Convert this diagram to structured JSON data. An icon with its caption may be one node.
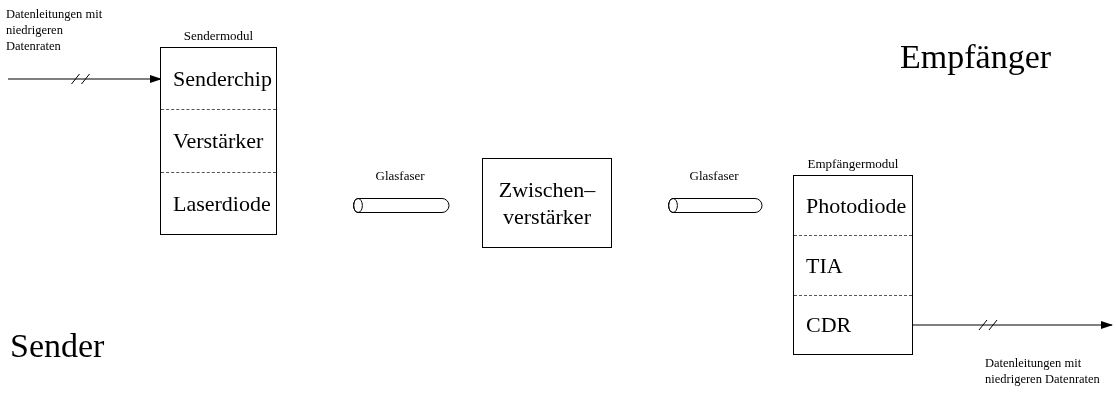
{
  "diagram": {
    "nodes": [
      {
        "text": [
          "Sendermodul"
        ]
      },
      {
        "text": [
          "Senderchip"
        ],
        "in": 0
      },
      {
        "text": [
          "Verstärker"
        ],
        "in": 0
      },
      {
        "text": [
          "Laserdiode"
        ],
        "in": 0
      },
      {
        "text": [],
        "shape": "cylinder",
        "beside": [
          "Glasfaser"
        ]
      },
      {
        "text": [
          "Zwischen– verstärker"
        ]
      },
      {
        "text": [],
        "shape": "cylinder",
        "beside": [
          "Glasfaser"
        ]
      },
      {
        "text": [
          "Empfängermodul"
        ]
      },
      {
        "text": [
          "Photodiode"
        ],
        "in": 7
      },
      {
        "text": [
          "TIA"
        ],
        "in": 7
      },
      {
        "text": [
          "CDR"
        ],
        "in": 7
      }
    ],
    "edges": [
      {
        "from": null,
        "to": 1,
        "arrow": "to",
        "label": "Datenleitungen mit niedrigeren Datenraten"
      },
      {
        "from": 10,
        "to": null,
        "arrow": "to",
        "label": "Datenleitungen mit niedrigeren Datenraten"
      }
    ],
    "labels": [
      "Empfänger",
      "Sender"
    ]
  }
}
